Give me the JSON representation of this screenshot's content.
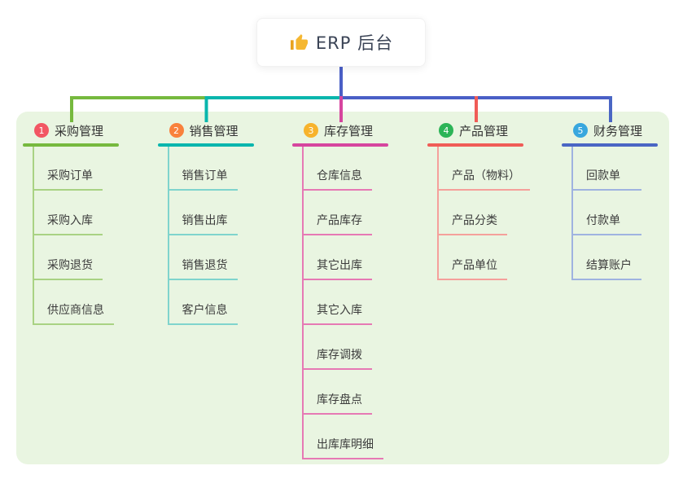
{
  "root": {
    "title": "ERP 后台",
    "icon": "thumbs-up-icon"
  },
  "theme": {
    "canvas_bg": "#ffffff",
    "panel_bg": "#e9f5e1",
    "root_stem_color": "#4a5fc6",
    "text_color": "#3c3c3c",
    "root_text_color": "#3b4456",
    "thumb_color": "#f5b731"
  },
  "branches": [
    {
      "index": "1",
      "label": "采购管理",
      "badge_color": "#f25663",
      "line_color": "#76b93e",
      "child_line_color": "#a9d283",
      "children": [
        "采购订单",
        "采购入库",
        "采购退货",
        "供应商信息"
      ]
    },
    {
      "index": "2",
      "label": "销售管理",
      "badge_color": "#f9813c",
      "line_color": "#09b6ad",
      "child_line_color": "#7fd4cd",
      "children": [
        "销售订单",
        "销售出库",
        "销售退货",
        "客户信息"
      ]
    },
    {
      "index": "3",
      "label": "库存管理",
      "badge_color": "#f7b32c",
      "line_color": "#d6459e",
      "child_line_color": "#e679b4",
      "children": [
        "仓库信息",
        "产品库存",
        "其它出库",
        "其它入库",
        "库存调拨",
        "库存盘点",
        "出库库明细"
      ]
    },
    {
      "index": "4",
      "label": "产品管理",
      "badge_color": "#2cb457",
      "line_color": "#f05c57",
      "child_line_color": "#f5a09b",
      "children": [
        "产品（物料）",
        "产品分类",
        "产品单位"
      ]
    },
    {
      "index": "5",
      "label": "财务管理",
      "badge_color": "#38a7de",
      "line_color": "#4a66c4",
      "child_line_color": "#9fb3e0",
      "children": [
        "回款单",
        "付款单",
        "结算账户"
      ]
    }
  ]
}
